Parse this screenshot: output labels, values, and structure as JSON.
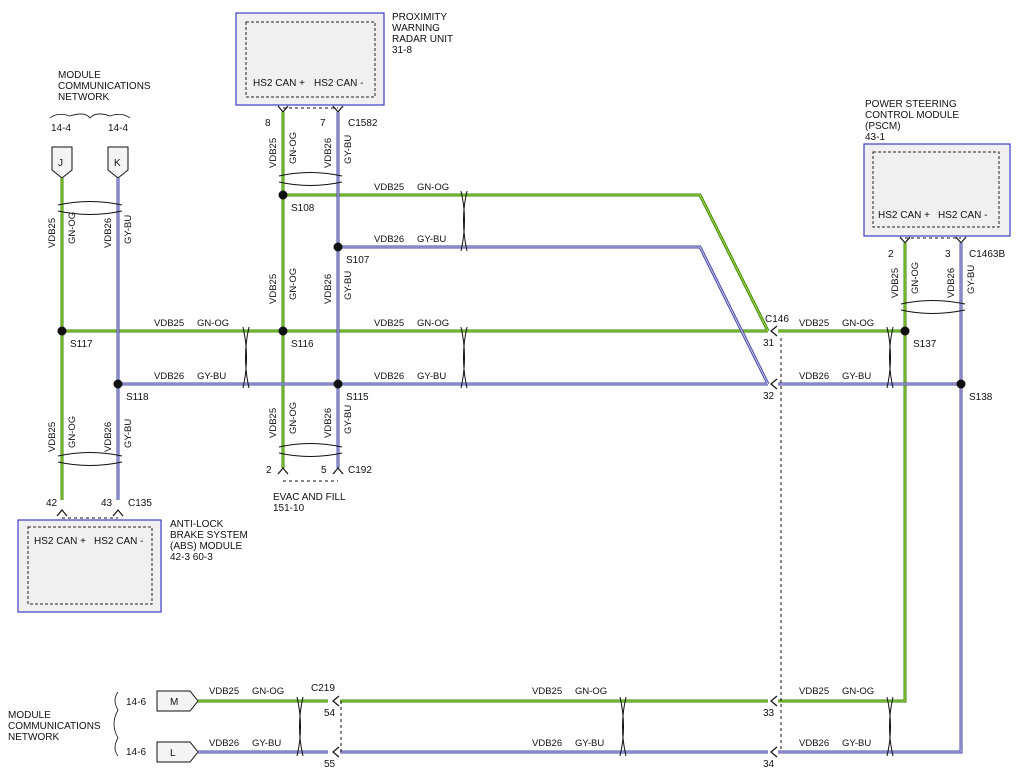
{
  "modules": {
    "proximity": {
      "name_lines": [
        "PROXIMITY",
        "WARNING",
        "RADAR UNIT"
      ],
      "ref": "31-8",
      "pin_labels": [
        "HS2 CAN +",
        "HS2 CAN -"
      ],
      "connector": "C1582",
      "pins": [
        "8",
        "7"
      ]
    },
    "pscm": {
      "name_lines": [
        "POWER STEERING",
        "CONTROL MODULE",
        "(PSCM)"
      ],
      "ref": "43-1",
      "pin_labels": [
        "HS2 CAN +",
        "HS2 CAN -"
      ],
      "connector": "C1463B",
      "pins": [
        "2",
        "3"
      ]
    },
    "abs": {
      "name_lines": [
        "ANTI-LOCK",
        "BRAKE SYSTEM",
        "(ABS) MODULE"
      ],
      "ref": "42-3   60-3",
      "pin_labels": [
        "HS2 CAN +",
        "HS2 CAN -"
      ],
      "connector": "C135",
      "pins": [
        "42",
        "43"
      ]
    }
  },
  "network_top": {
    "name_lines": [
      "MODULE",
      "COMMUNICATIONS",
      "NETWORK"
    ],
    "refs": [
      "14-4",
      "14-4"
    ],
    "terminals": [
      "J",
      "K"
    ]
  },
  "network_bottom": {
    "name_lines": [
      "MODULE",
      "COMMUNICATIONS",
      "NETWORK"
    ],
    "refs": [
      "14-6",
      "14-6"
    ],
    "terminals": [
      "M",
      "L"
    ]
  },
  "evac": {
    "name": "EVAC AND FILL",
    "ref": "151-10",
    "connector": "C192",
    "pins": [
      "2",
      "5"
    ]
  },
  "connectors": {
    "c146": {
      "name": "C146",
      "pins": [
        "31",
        "32"
      ]
    },
    "c219": {
      "name": "C219",
      "pins": [
        "54",
        "55"
      ]
    },
    "c_bottom_right": {
      "pins": [
        "33",
        "34"
      ]
    }
  },
  "splices": [
    "S108",
    "S107",
    "S117",
    "S116",
    "S118",
    "S115",
    "S137",
    "S138"
  ],
  "wires": {
    "og_circuit": "VDB25",
    "og_color": "GN-OG",
    "bu_circuit": "VDB26",
    "bu_color": "GY-BU"
  },
  "colors": {
    "og_wire": "#2c8a12",
    "bu_wire": "#4a4aa8",
    "module_border": "#3c3cc8"
  }
}
